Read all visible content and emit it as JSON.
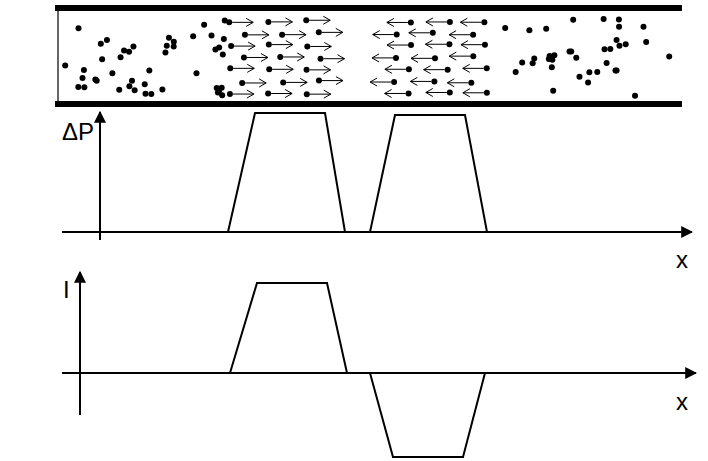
{
  "diagram": {
    "labels": [
      "ΔP",
      "x",
      "I",
      "x"
    ]
  }
}
